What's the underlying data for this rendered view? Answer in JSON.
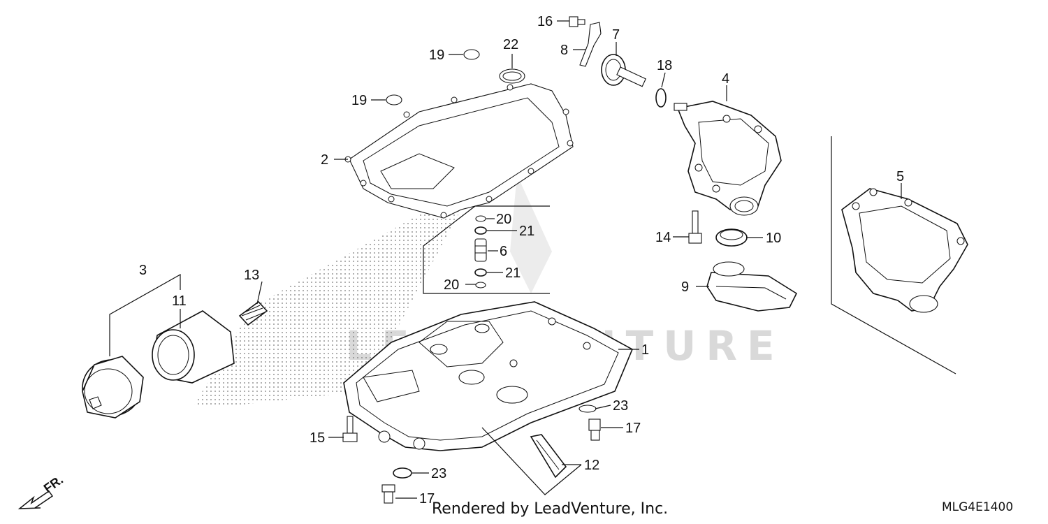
{
  "diagram": {
    "callouts": {
      "c1": "1",
      "c2": "2",
      "c3": "3",
      "c4": "4",
      "c5": "5",
      "c6": "6",
      "c7": "7",
      "c8": "8",
      "c9": "9",
      "c10": "10",
      "c11": "11",
      "c12": "12",
      "c13": "13",
      "c14": "14",
      "c15": "15",
      "c16": "16",
      "c17a": "17",
      "c17b": "17",
      "c18": "18",
      "c19a": "19",
      "c19b": "19",
      "c20a": "20",
      "c20b": "20",
      "c21a": "21",
      "c21b": "21",
      "c22": "22",
      "c23a": "23",
      "c23b": "23"
    },
    "front_label": "FR.",
    "watermark_text": "LEADVENTURE"
  },
  "footer": {
    "credit": "Rendered by LeadVenture, Inc.",
    "diagram_code": "MLG4E1400"
  }
}
